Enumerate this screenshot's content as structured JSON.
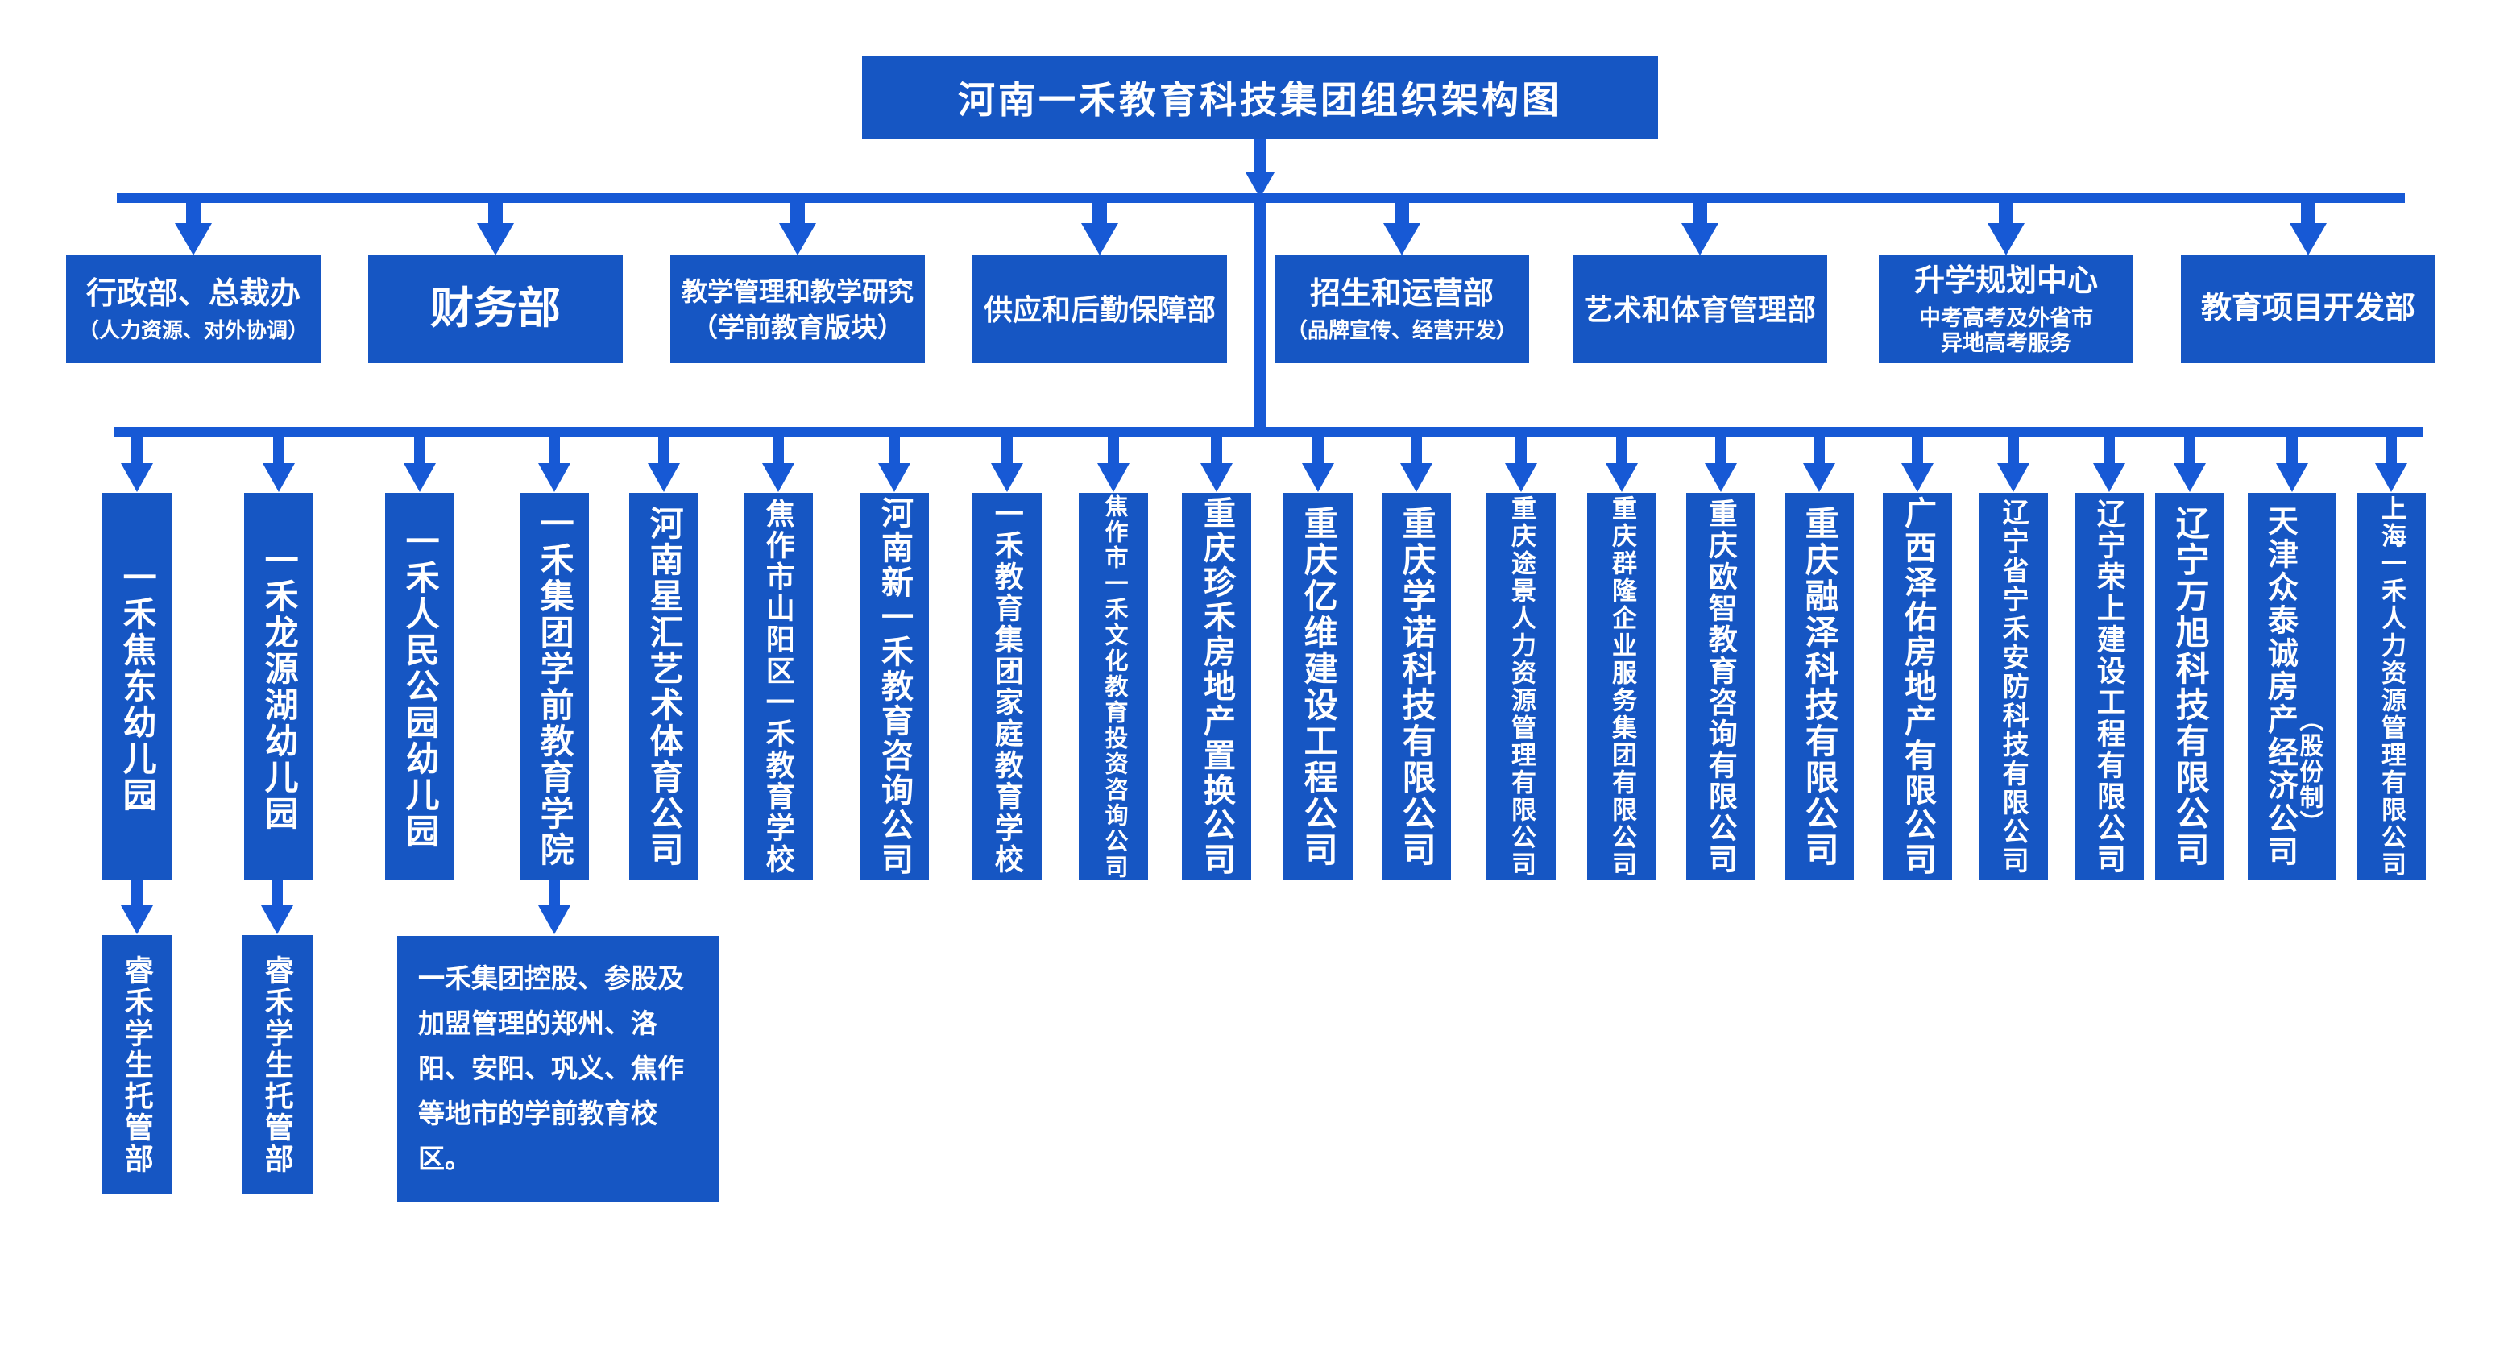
{
  "title": "河南一禾教育科技集团组织架构图",
  "departments": [
    {
      "name": "行政部、总裁办",
      "sub": "（人力资源、对外协调）"
    },
    {
      "name": "财务部",
      "sub": ""
    },
    {
      "name": "教学管理和教学研究",
      "sub": "（学前教育版块）"
    },
    {
      "name": "供应和后勤保障部",
      "sub": ""
    },
    {
      "name": "招生和运营部",
      "sub": "（品牌宣传、经营开发）"
    },
    {
      "name": "艺术和体育管理部",
      "sub": ""
    },
    {
      "name": "升学规划中心",
      "sub": "中考高考及外省市异地高考服务"
    },
    {
      "name": "教育项目开发部",
      "sub": ""
    }
  ],
  "subsidiaries": [
    {
      "name": "一禾焦东幼儿园"
    },
    {
      "name": "一禾龙源湖幼儿园"
    },
    {
      "name": "一禾人民公园幼儿园"
    },
    {
      "name": "一禾集团学前教育学院"
    },
    {
      "name": "河南星汇艺术体育公司"
    },
    {
      "name": "焦作市山阳区一禾教育学校"
    },
    {
      "name": "河南新一禾教育咨询公司"
    },
    {
      "name": "一禾教育集团家庭教育学校"
    },
    {
      "name": "焦作市一禾文化教育投资咨询公司"
    },
    {
      "name": "重庆珍禾房地产置换公司"
    },
    {
      "name": "重庆亿维建设工程公司"
    },
    {
      "name": "重庆学诺科技有限公司"
    },
    {
      "name": "重庆途景人力资源管理有限公司"
    },
    {
      "name": "重庆群隆企业服务集团有限公司"
    },
    {
      "name": "重庆欧智教育咨询有限公司"
    },
    {
      "name": "重庆融泽科技有限公司"
    },
    {
      "name": "广西泽佑房地产有限公司"
    },
    {
      "name": "辽宁省宁禾安防科技有限公司"
    },
    {
      "name": "辽宁荣上建设工程有限公司"
    },
    {
      "name": "辽宁万旭科技有限公司"
    },
    {
      "name": "天津众泰诚房产经济公司",
      "suffix": "（股份制）"
    },
    {
      "name": "上海一禾人力资源管理有限公司"
    }
  ],
  "sub_units": [
    "睿禾学生托管部",
    "睿禾学生托管部"
  ],
  "note": "一禾集团控股、参股及加盟管理的郑州、洛阳、安阳、巩义、焦作等地市的学前教育校区。",
  "colors": {
    "box": "#1656c3",
    "connector": "#1759d5",
    "text": "#ffffff",
    "background": "#ffffff"
  }
}
